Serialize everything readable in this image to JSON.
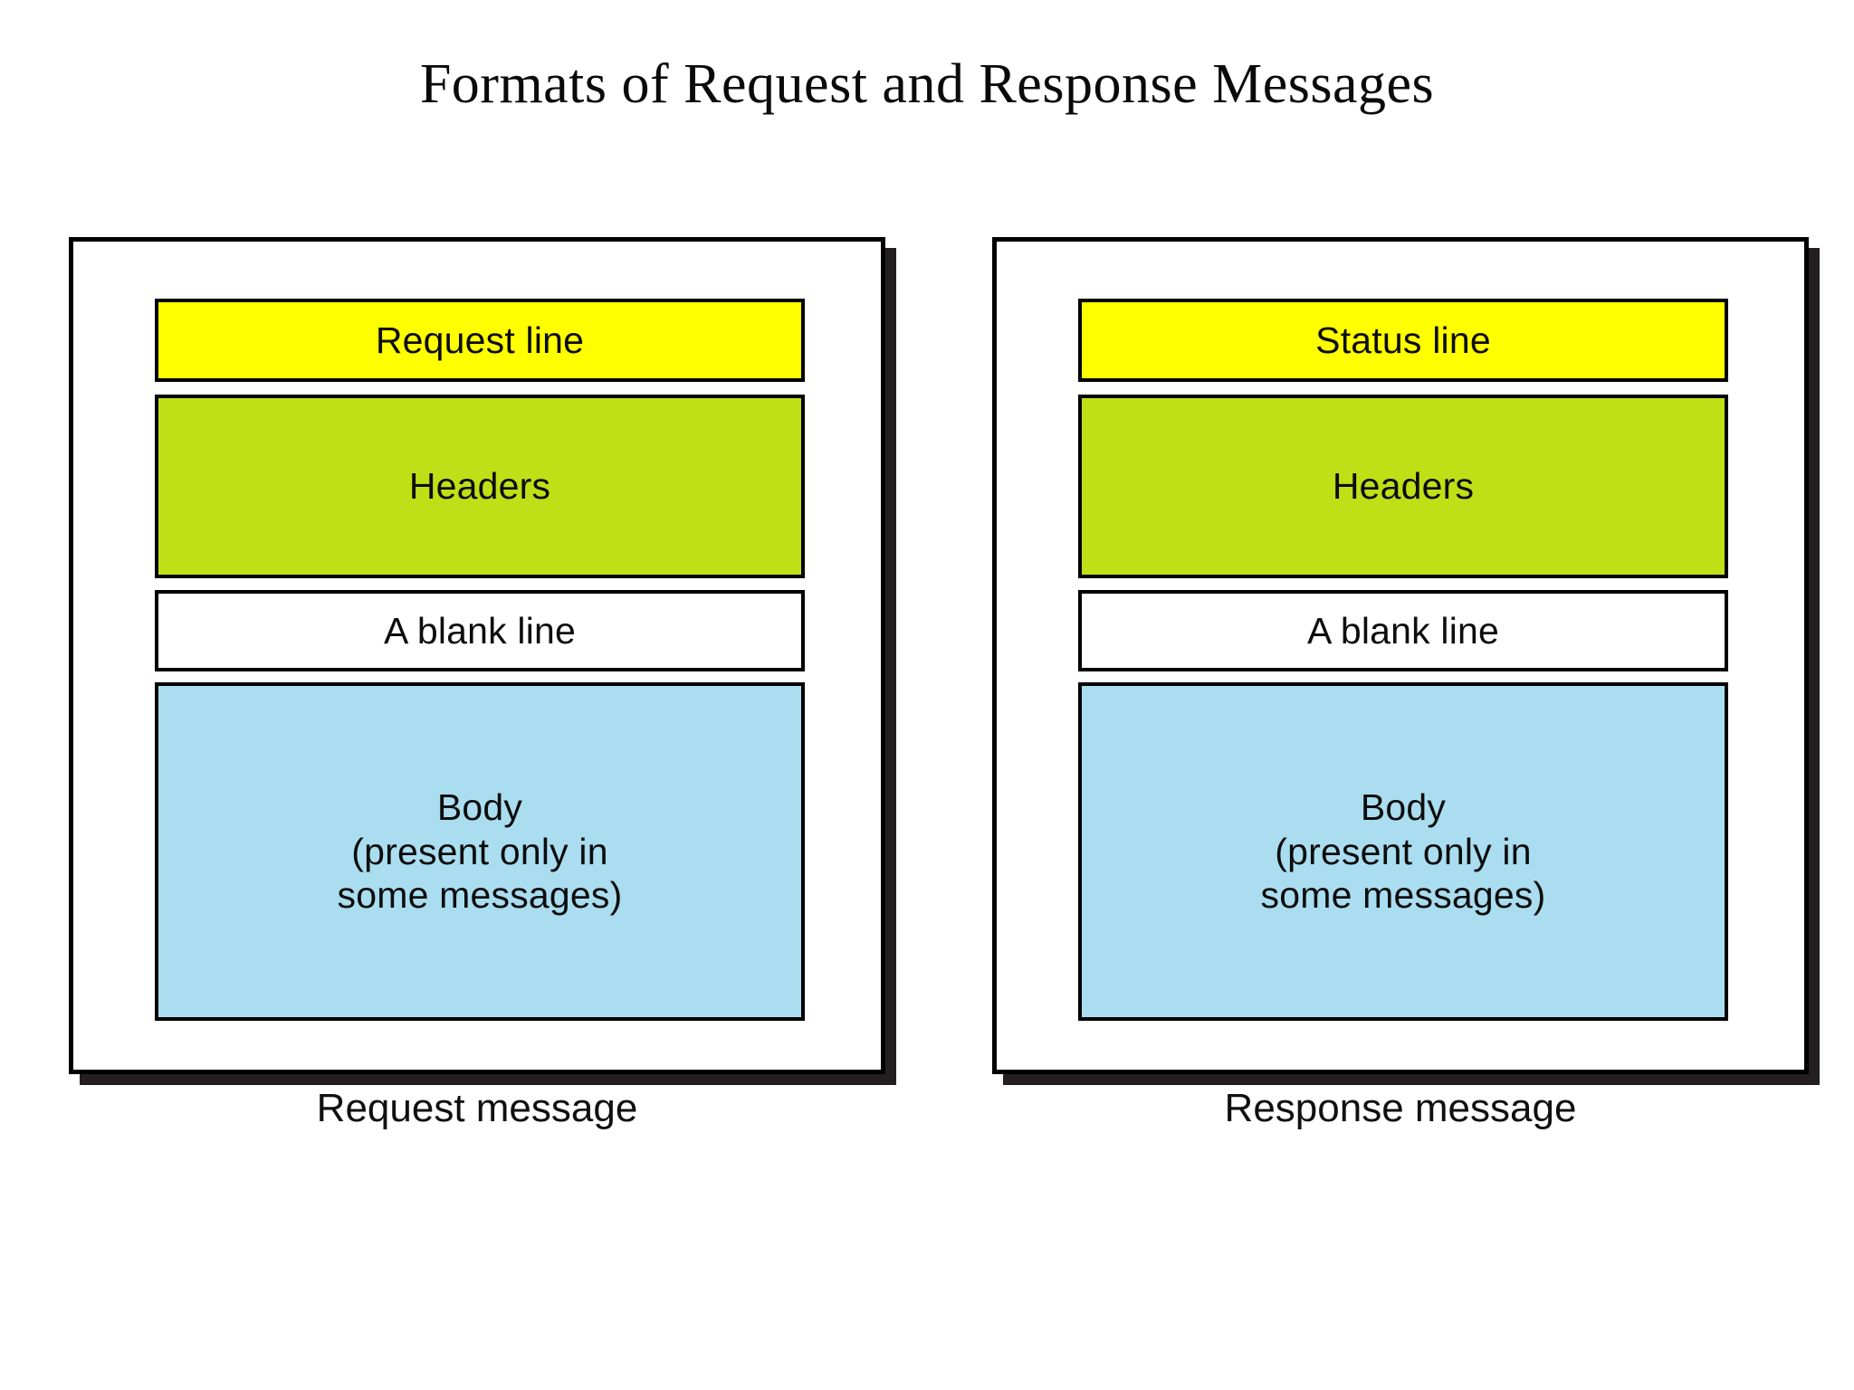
{
  "title": "Formats of Request and Response Messages",
  "colors": {
    "start_line": "#ffff00",
    "headers": "#bfe016",
    "blank_line": "#ffffff",
    "body": "#aaddf0",
    "border": "#000000",
    "shadow": "#231f20",
    "text": "#0d0d0d",
    "background": "#ffffff"
  },
  "panels": [
    {
      "id": "request",
      "caption": "Request message",
      "segments": [
        {
          "key": "start_line",
          "label": "Request line"
        },
        {
          "key": "headers",
          "label": "Headers"
        },
        {
          "key": "blank_line",
          "label": "A blank line"
        },
        {
          "key": "body",
          "label": "Body\n(present only in\nsome messages)"
        }
      ]
    },
    {
      "id": "response",
      "caption": "Response message",
      "segments": [
        {
          "key": "start_line",
          "label": "Status line"
        },
        {
          "key": "headers",
          "label": "Headers"
        },
        {
          "key": "blank_line",
          "label": "A blank line"
        },
        {
          "key": "body",
          "label": "Body\n(present only in\nsome messages)"
        }
      ]
    }
  ]
}
